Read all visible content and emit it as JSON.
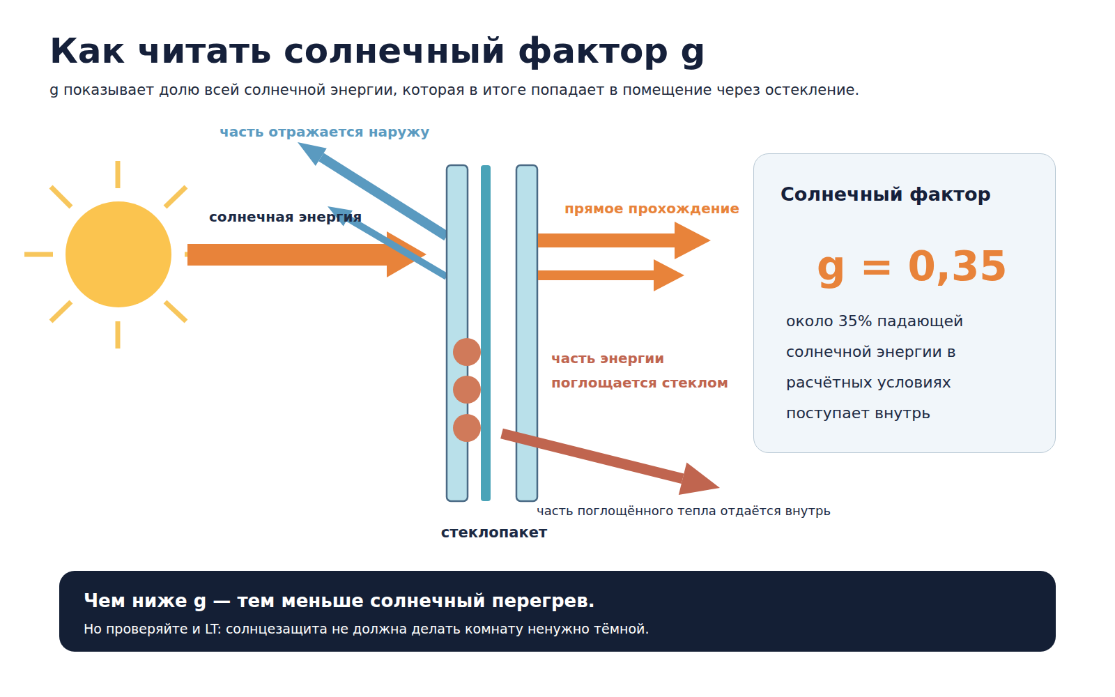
{
  "diagram": {
    "title": "Как читать солнечный фактор g",
    "nodes": [
      {
        "text": [
          "Солнечный фактор",
          "g = 0,35",
          "около 35% падающей солнечной энергии в расчётных условиях поступает внутрь"
        ]
      },
      {
        "text": [
          "Чем ниже g — тем меньше солнечный перегрев.",
          "Но проверяйте и LT: солнцезащита не должна делать комнату ненужно тёмной."
        ]
      }
    ],
    "labels": [
      "g показывает долю всей солнечной энергии, которая в итоге попадает в помещение через остекление.",
      "часть отражается наружу",
      "солнечная энергия",
      "прямое прохождение",
      "часть энергии поглощается стеклом",
      "часть поглощённого тепла отдаётся внутрь",
      "стеклопакет"
    ]
  }
}
